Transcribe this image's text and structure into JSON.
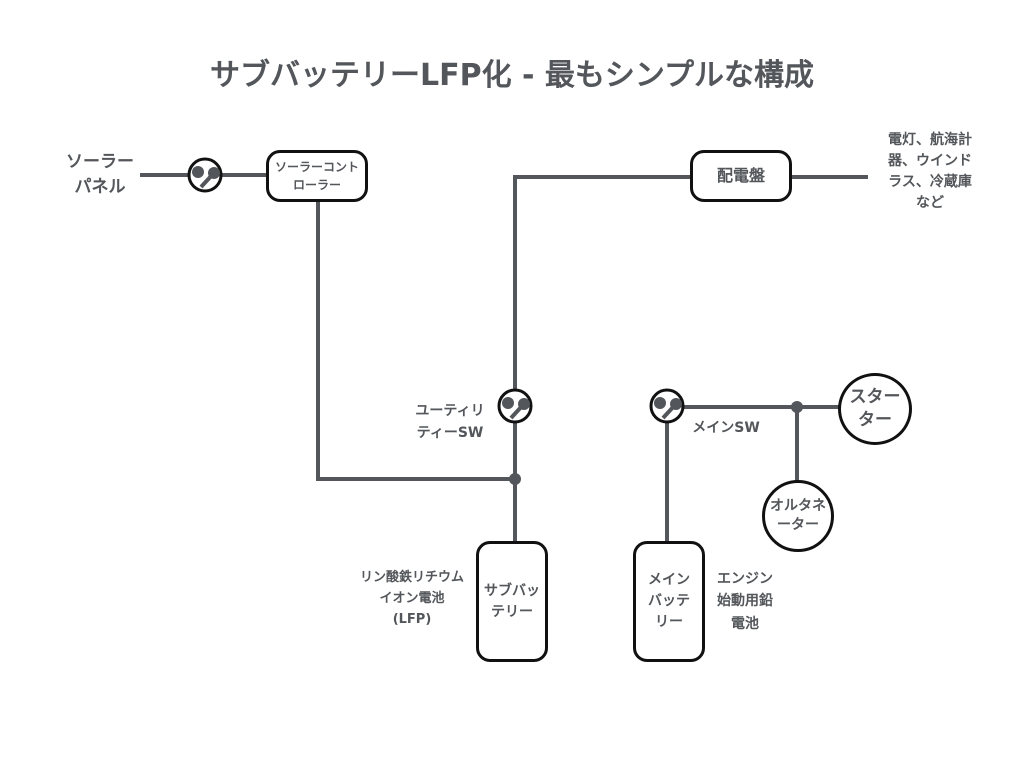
{
  "title": "サブバッテリーLFP化 - 最もシンプルな構成",
  "colors": {
    "wire": "#53565a",
    "outline": "#111111",
    "text": "#53565a",
    "background": "#ffffff"
  },
  "nodes": {
    "solar_panel": {
      "label": "ソーラー\nパネル"
    },
    "solar_switch": {
      "icon": "switch-icon"
    },
    "solar_controller": {
      "label": "ソーラーコント\nローラー"
    },
    "distribution_panel": {
      "label": "配電盤"
    },
    "loads": {
      "label": "電灯、航海計\n器、ウインド\nラス、冷蔵庫\nなど"
    },
    "utility_switch": {
      "icon": "switch-icon",
      "label": "ユーティリ\nティーSW"
    },
    "sub_battery": {
      "label": "サブバッ\nテリー",
      "note": "リン酸鉄リチウム\nイオン電池\n(LFP)"
    },
    "main_switch": {
      "icon": "switch-icon",
      "label": "メインSW"
    },
    "starter": {
      "label": "スター\nター"
    },
    "alternator": {
      "label": "オルタネ\nーター"
    },
    "main_battery": {
      "label": "メイン\nバッテ\nリー",
      "note": "エンジン\n始動用鉛\n電池"
    }
  },
  "connections": [
    {
      "from": "solar_panel",
      "to": "solar_switch"
    },
    {
      "from": "solar_switch",
      "to": "solar_controller"
    },
    {
      "from": "solar_controller",
      "to": "sub_battery_junction"
    },
    {
      "from": "sub_battery_junction",
      "to": "sub_battery"
    },
    {
      "from": "sub_battery_junction",
      "to": "utility_switch"
    },
    {
      "from": "utility_switch",
      "to": "distribution_panel"
    },
    {
      "from": "distribution_panel",
      "to": "loads"
    },
    {
      "from": "main_battery",
      "to": "main_switch"
    },
    {
      "from": "main_switch",
      "to": "starter_junction"
    },
    {
      "from": "starter_junction",
      "to": "starter"
    },
    {
      "from": "starter_junction",
      "to": "alternator"
    }
  ]
}
